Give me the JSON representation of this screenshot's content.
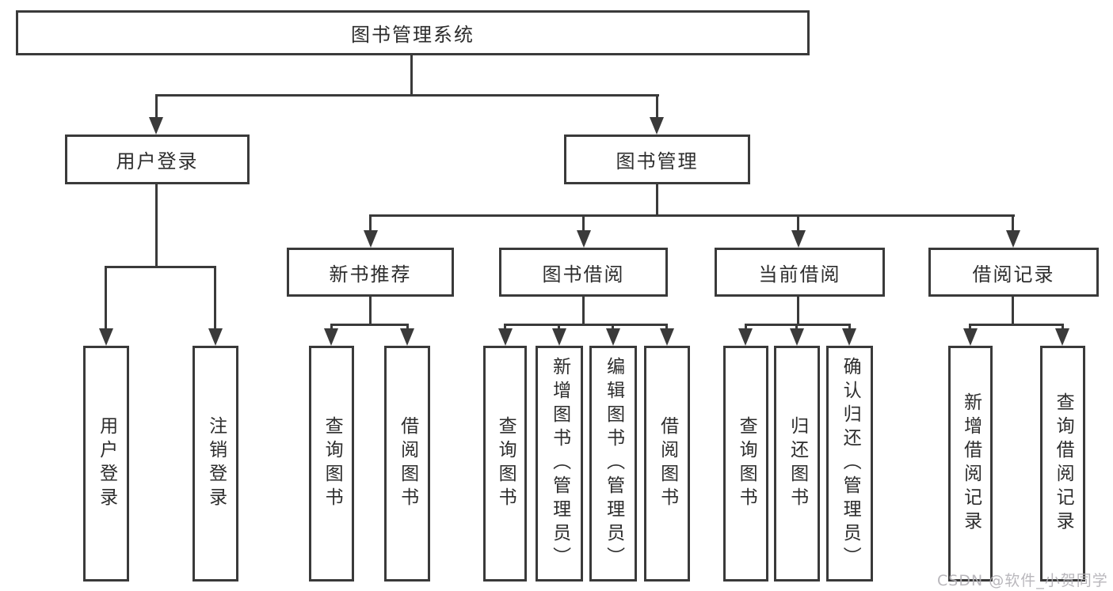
{
  "tree": {
    "root": {
      "label": "图书管理系统"
    },
    "branches": [
      {
        "label": "用户登录",
        "children": [
          {
            "label": "用户登录"
          },
          {
            "label": "注销登录"
          }
        ]
      },
      {
        "label": "图书管理",
        "children": [
          {
            "label": "新书推荐",
            "children": [
              {
                "label": "查询图书"
              },
              {
                "label": "借阅图书"
              }
            ]
          },
          {
            "label": "图书借阅",
            "children": [
              {
                "label": "查询图书"
              },
              {
                "label": "新增图书（管理员）"
              },
              {
                "label": "编辑图书（管理员）"
              },
              {
                "label": "借阅图书"
              }
            ]
          },
          {
            "label": "当前借阅",
            "children": [
              {
                "label": "查询图书"
              },
              {
                "label": "归还图书"
              },
              {
                "label": "确认归还（管理员）"
              }
            ]
          },
          {
            "label": "借阅记录",
            "children": [
              {
                "label": "新增借阅记录"
              },
              {
                "label": "查询借阅记录"
              }
            ]
          }
        ]
      }
    ]
  },
  "watermark": {
    "text": "CSDN @软件_小贺同学",
    "color": "#b2b0b5"
  },
  "colors": {
    "line": "#3a3a3a",
    "text": "#2d2d2d",
    "background": "#ffffff"
  }
}
